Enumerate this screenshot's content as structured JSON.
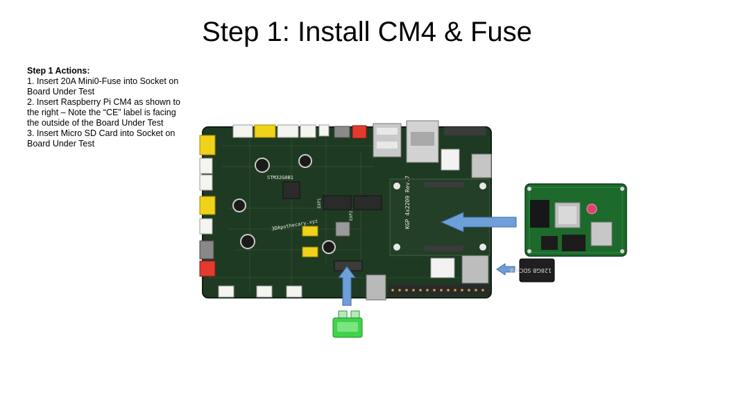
{
  "slide": {
    "title": "Step 1: Install CM4 & Fuse"
  },
  "actions": {
    "heading": "Step 1 Actions:",
    "items": [
      "1. Insert 20A Mini0-Fuse into Socket on Board Under Test",
      "2. Insert Raspberry Pi CM4 as shown to the right – Note the “CE” label is facing the outside of the Board Under Test",
      "3. Insert Micro SD Card into Socket on Board Under Test"
    ]
  },
  "board": {
    "labels": {
      "mcu": "STM32G0B1",
      "site": "3DApothecary.xyz",
      "model": "KGP 4x2209 Rev.7",
      "exp1": "EXP1",
      "exp2": "EXP2"
    }
  },
  "sdcard": {
    "label": "128GB SDCard"
  },
  "colors": {
    "pcb": "#1f3a22",
    "arrow": "#6f9fd8",
    "fuse": "#3fd34a",
    "connector_yellow": "#f0d21a",
    "connector_red": "#e23a2e"
  }
}
